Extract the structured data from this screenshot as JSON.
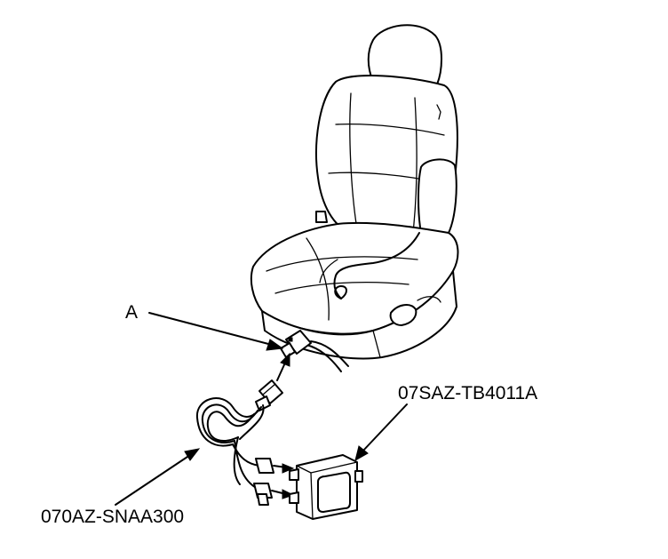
{
  "labels": {
    "connector": "A",
    "tool_box": "07SAZ-TB4011A",
    "harness": "070AZ-SNAA300"
  },
  "colors": {
    "line": "#000000",
    "background": "#ffffff"
  }
}
